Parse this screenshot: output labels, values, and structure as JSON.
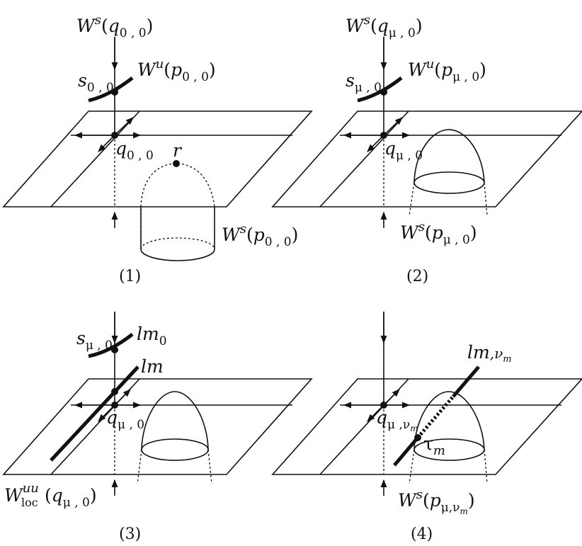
{
  "panels": [
    {
      "caption": "(1)",
      "top_label": {
        "base": "W",
        "sup": "s",
        "arg": "q",
        "sub": "0 , 0"
      },
      "s_label": {
        "base": "s",
        "sub": "0 , 0"
      },
      "wu_label": {
        "base": "W",
        "sup": "u",
        "arg": "p",
        "sub": "0 , 0"
      },
      "q_label": {
        "base": "q",
        "sub": "0 , 0"
      },
      "r_label": "r",
      "ws_label": {
        "base": "W",
        "sup": "s",
        "arg": "p",
        "sub": "0 , 0"
      }
    },
    {
      "caption": "(2)",
      "top_label": {
        "base": "W",
        "sup": "s",
        "arg": "q",
        "sub": "μ , 0"
      },
      "s_label": {
        "base": "s",
        "sub": "μ , 0"
      },
      "wu_label": {
        "base": "W",
        "sup": "u",
        "arg": "p",
        "sub": "μ , 0"
      },
      "q_label": {
        "base": "q",
        "sub": "μ , 0"
      },
      "ws_label": {
        "base": "W",
        "sup": "s",
        "arg": "p",
        "sub": "μ , 0"
      }
    },
    {
      "caption": "(3)",
      "s_label": {
        "base": "s",
        "sub": "μ , 0"
      },
      "lm0_label": {
        "base": "l",
        "mid": "m",
        "sub": "0"
      },
      "lm_label": {
        "base": "l",
        "mid": "m"
      },
      "q_label": {
        "base": "q",
        "sub": "μ , 0"
      },
      "wuu_label": {
        "base": "W",
        "sup": "uu",
        "sub": "loc",
        "arg": "q",
        "argsub": "μ , 0"
      }
    },
    {
      "caption": "(4)",
      "lmv_label": {
        "base": "l",
        "mid": "m",
        "sub": ",ν",
        "subsub": "m"
      },
      "q_label": {
        "base": "q",
        "sub": "μ ,ν",
        "subsub": "m"
      },
      "tau_label": {
        "base": "τ",
        "sub": "m"
      },
      "ws_label": {
        "base": "W",
        "sup": "s",
        "arg": "p",
        "sub": "μ,ν",
        "subsub": "m"
      }
    }
  ]
}
